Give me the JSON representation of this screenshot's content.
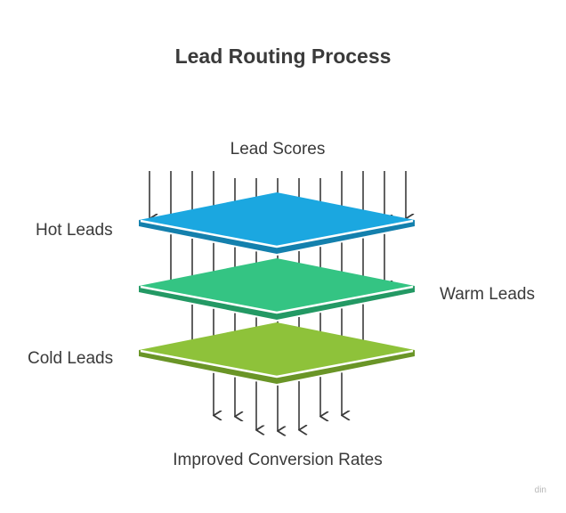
{
  "title": "Lead Routing Process",
  "input_label": "Lead Scores",
  "output_label": "Improved Conversion Rates",
  "layers": [
    {
      "label": "Hot Leads",
      "color": "#1ba7e0",
      "edge_color": "#1480ad"
    },
    {
      "label": "Warm Leads",
      "color": "#34c483",
      "edge_color": "#239964"
    },
    {
      "label": "Cold Leads",
      "color": "#8ec23a",
      "edge_color": "#6a9527"
    }
  ],
  "arrow_color": "#3a3a3a",
  "watermark": "din"
}
